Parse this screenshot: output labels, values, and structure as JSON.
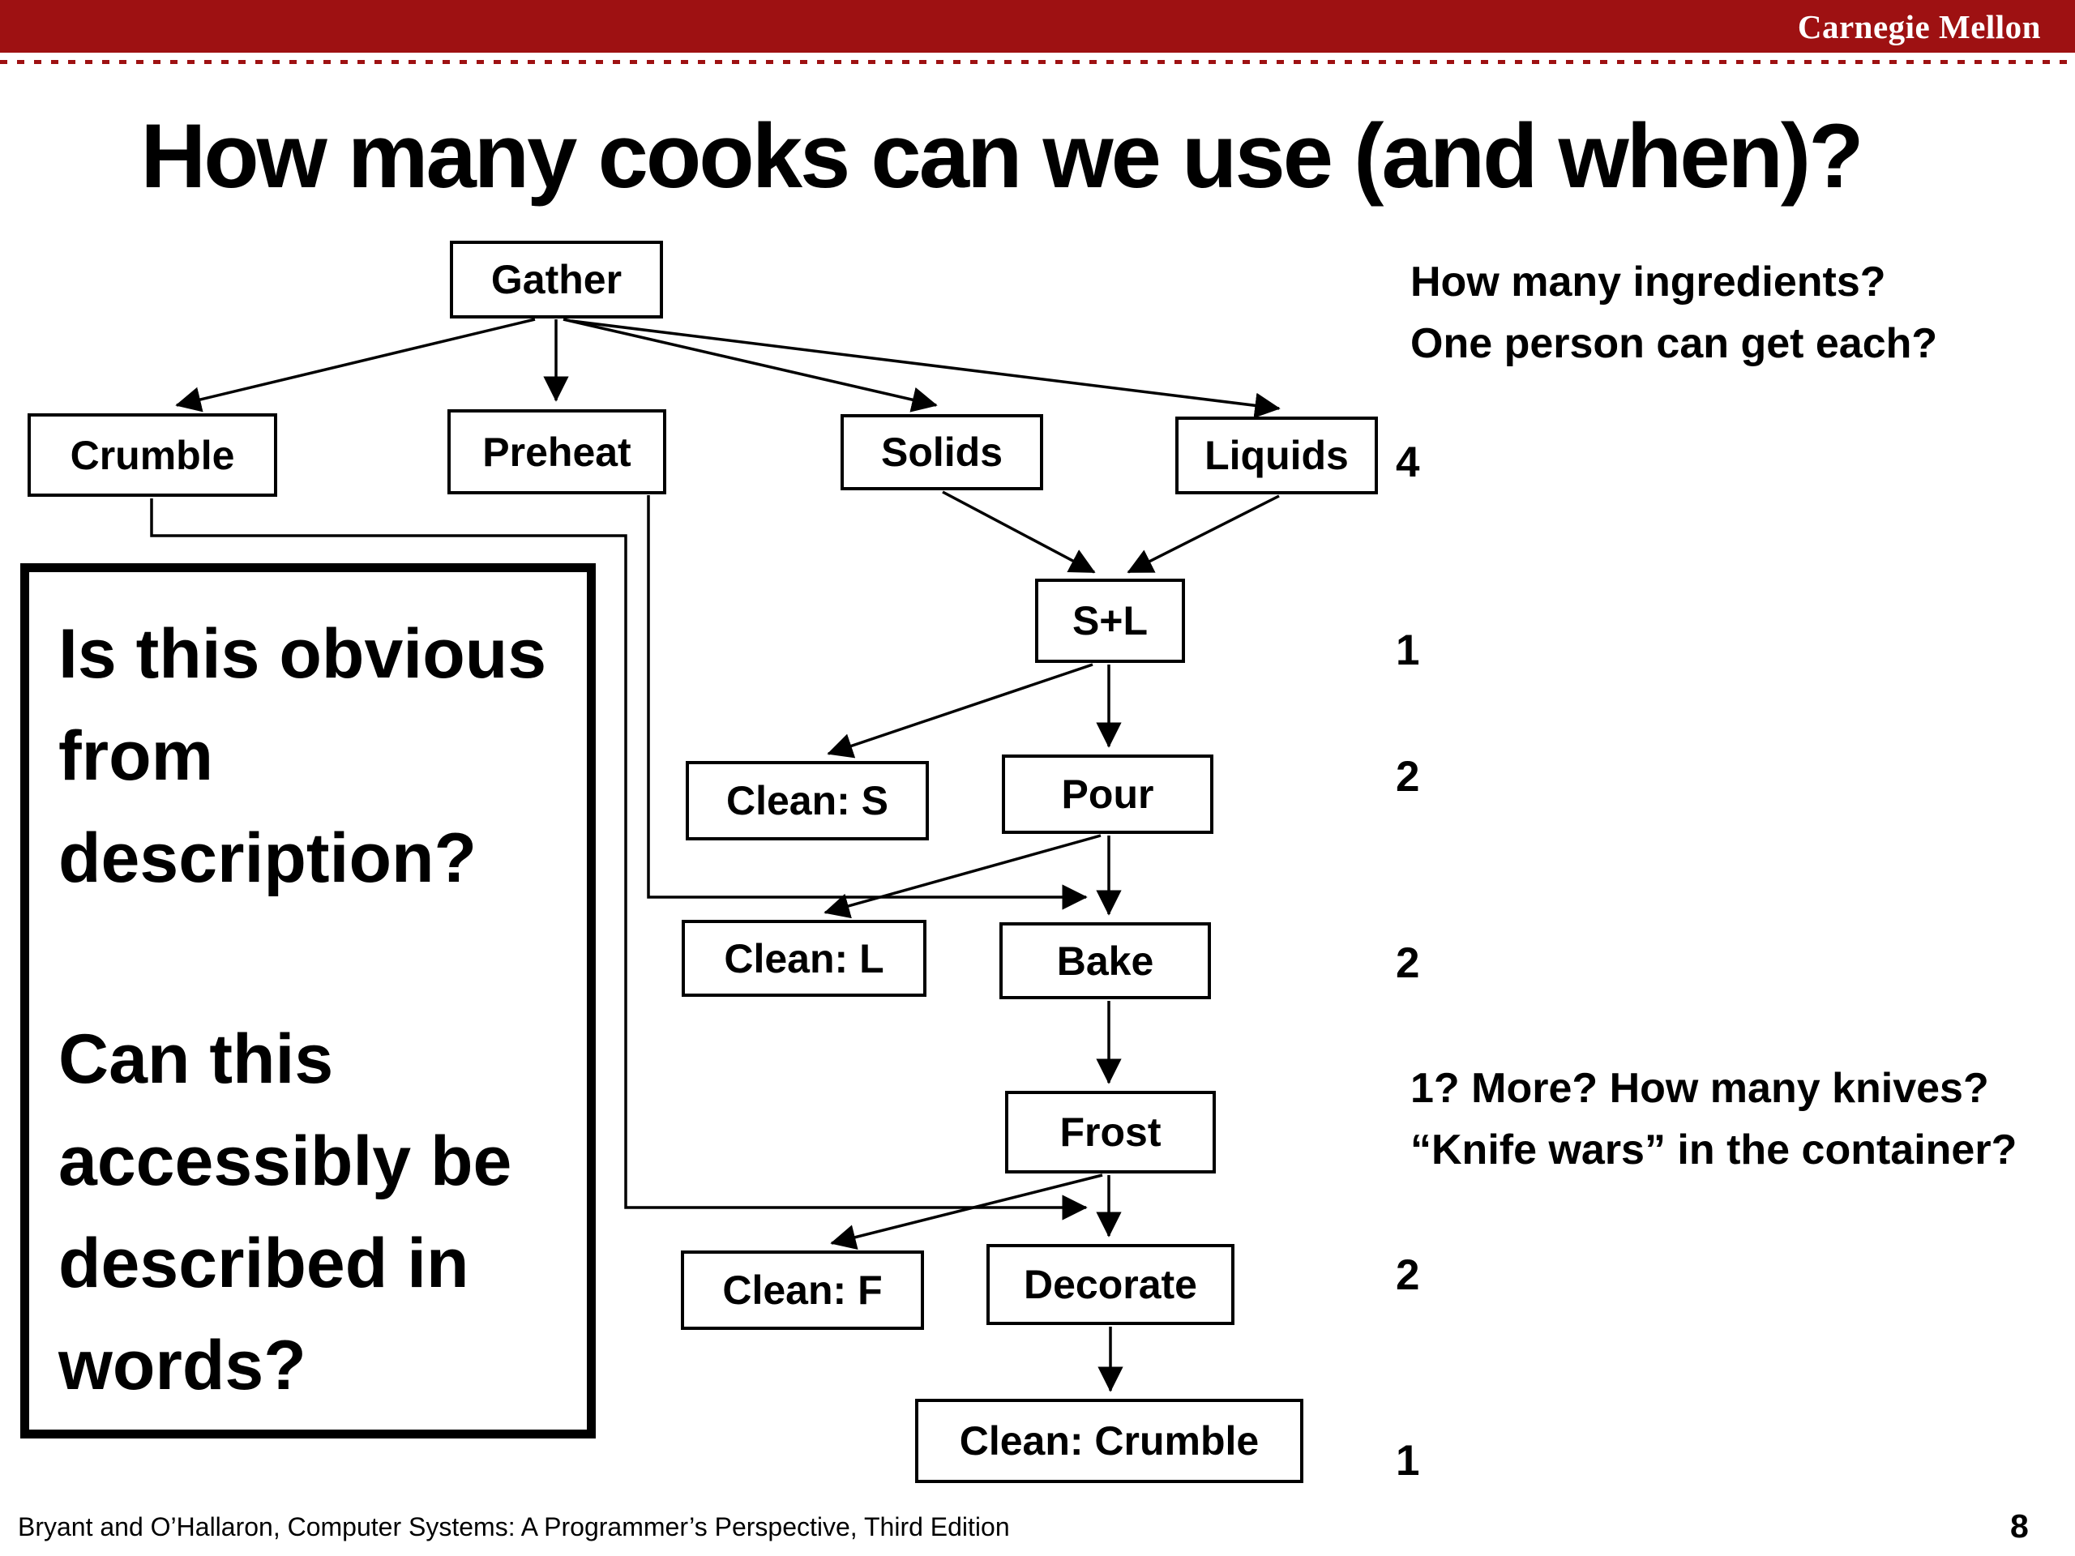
{
  "banner": {
    "brand": "Carnegie Mellon"
  },
  "slide": {
    "title": "How many cooks can we use (and when)?",
    "footer": "Bryant and O’Hallaron, Computer Systems: A Programmer’s Perspective, Third Edition",
    "page_number": "8"
  },
  "diagram": {
    "nodes": {
      "gather": {
        "label": "Gather"
      },
      "crumble": {
        "label": "Crumble"
      },
      "preheat": {
        "label": "Preheat"
      },
      "solids": {
        "label": "Solids"
      },
      "liquids": {
        "label": "Liquids"
      },
      "sl": {
        "label": "S+L"
      },
      "clean_s": {
        "label": "Clean: S"
      },
      "pour": {
        "label": "Pour"
      },
      "clean_l": {
        "label": "Clean: L"
      },
      "bake": {
        "label": "Bake"
      },
      "frost": {
        "label": "Frost"
      },
      "clean_f": {
        "label": "Clean: F"
      },
      "decorate": {
        "label": "Decorate"
      },
      "clean_crumble": {
        "label": "Clean: Crumble"
      }
    },
    "edges": [
      "gather->crumble",
      "gather->preheat",
      "gather->solids",
      "gather->liquids",
      "solids->sl",
      "liquids->sl",
      "sl->clean_s",
      "sl->pour",
      "pour->clean_l",
      "pour->bake",
      "preheat->bake",
      "bake->frost",
      "frost->clean_f",
      "frost->decorate",
      "decorate->clean_crumble",
      "crumble->decorate"
    ],
    "counts": [
      "4",
      "1",
      "2",
      "2",
      "2",
      "1"
    ]
  },
  "annotations": {
    "ingredients": [
      "How many ingredients?",
      "One person can get each?"
    ],
    "knives": [
      "1? More? How many knives?",
      "“Knife wars” in the container?"
    ]
  },
  "callout": {
    "para1": [
      "Is this obvious",
      "from",
      "description?"
    ],
    "para2": [
      "Can this",
      "accessibly be",
      "described in",
      "words?"
    ]
  },
  "colors": {
    "banner_red": "#9E1112",
    "text_black": "#000000",
    "background": "#FFFFFF"
  }
}
